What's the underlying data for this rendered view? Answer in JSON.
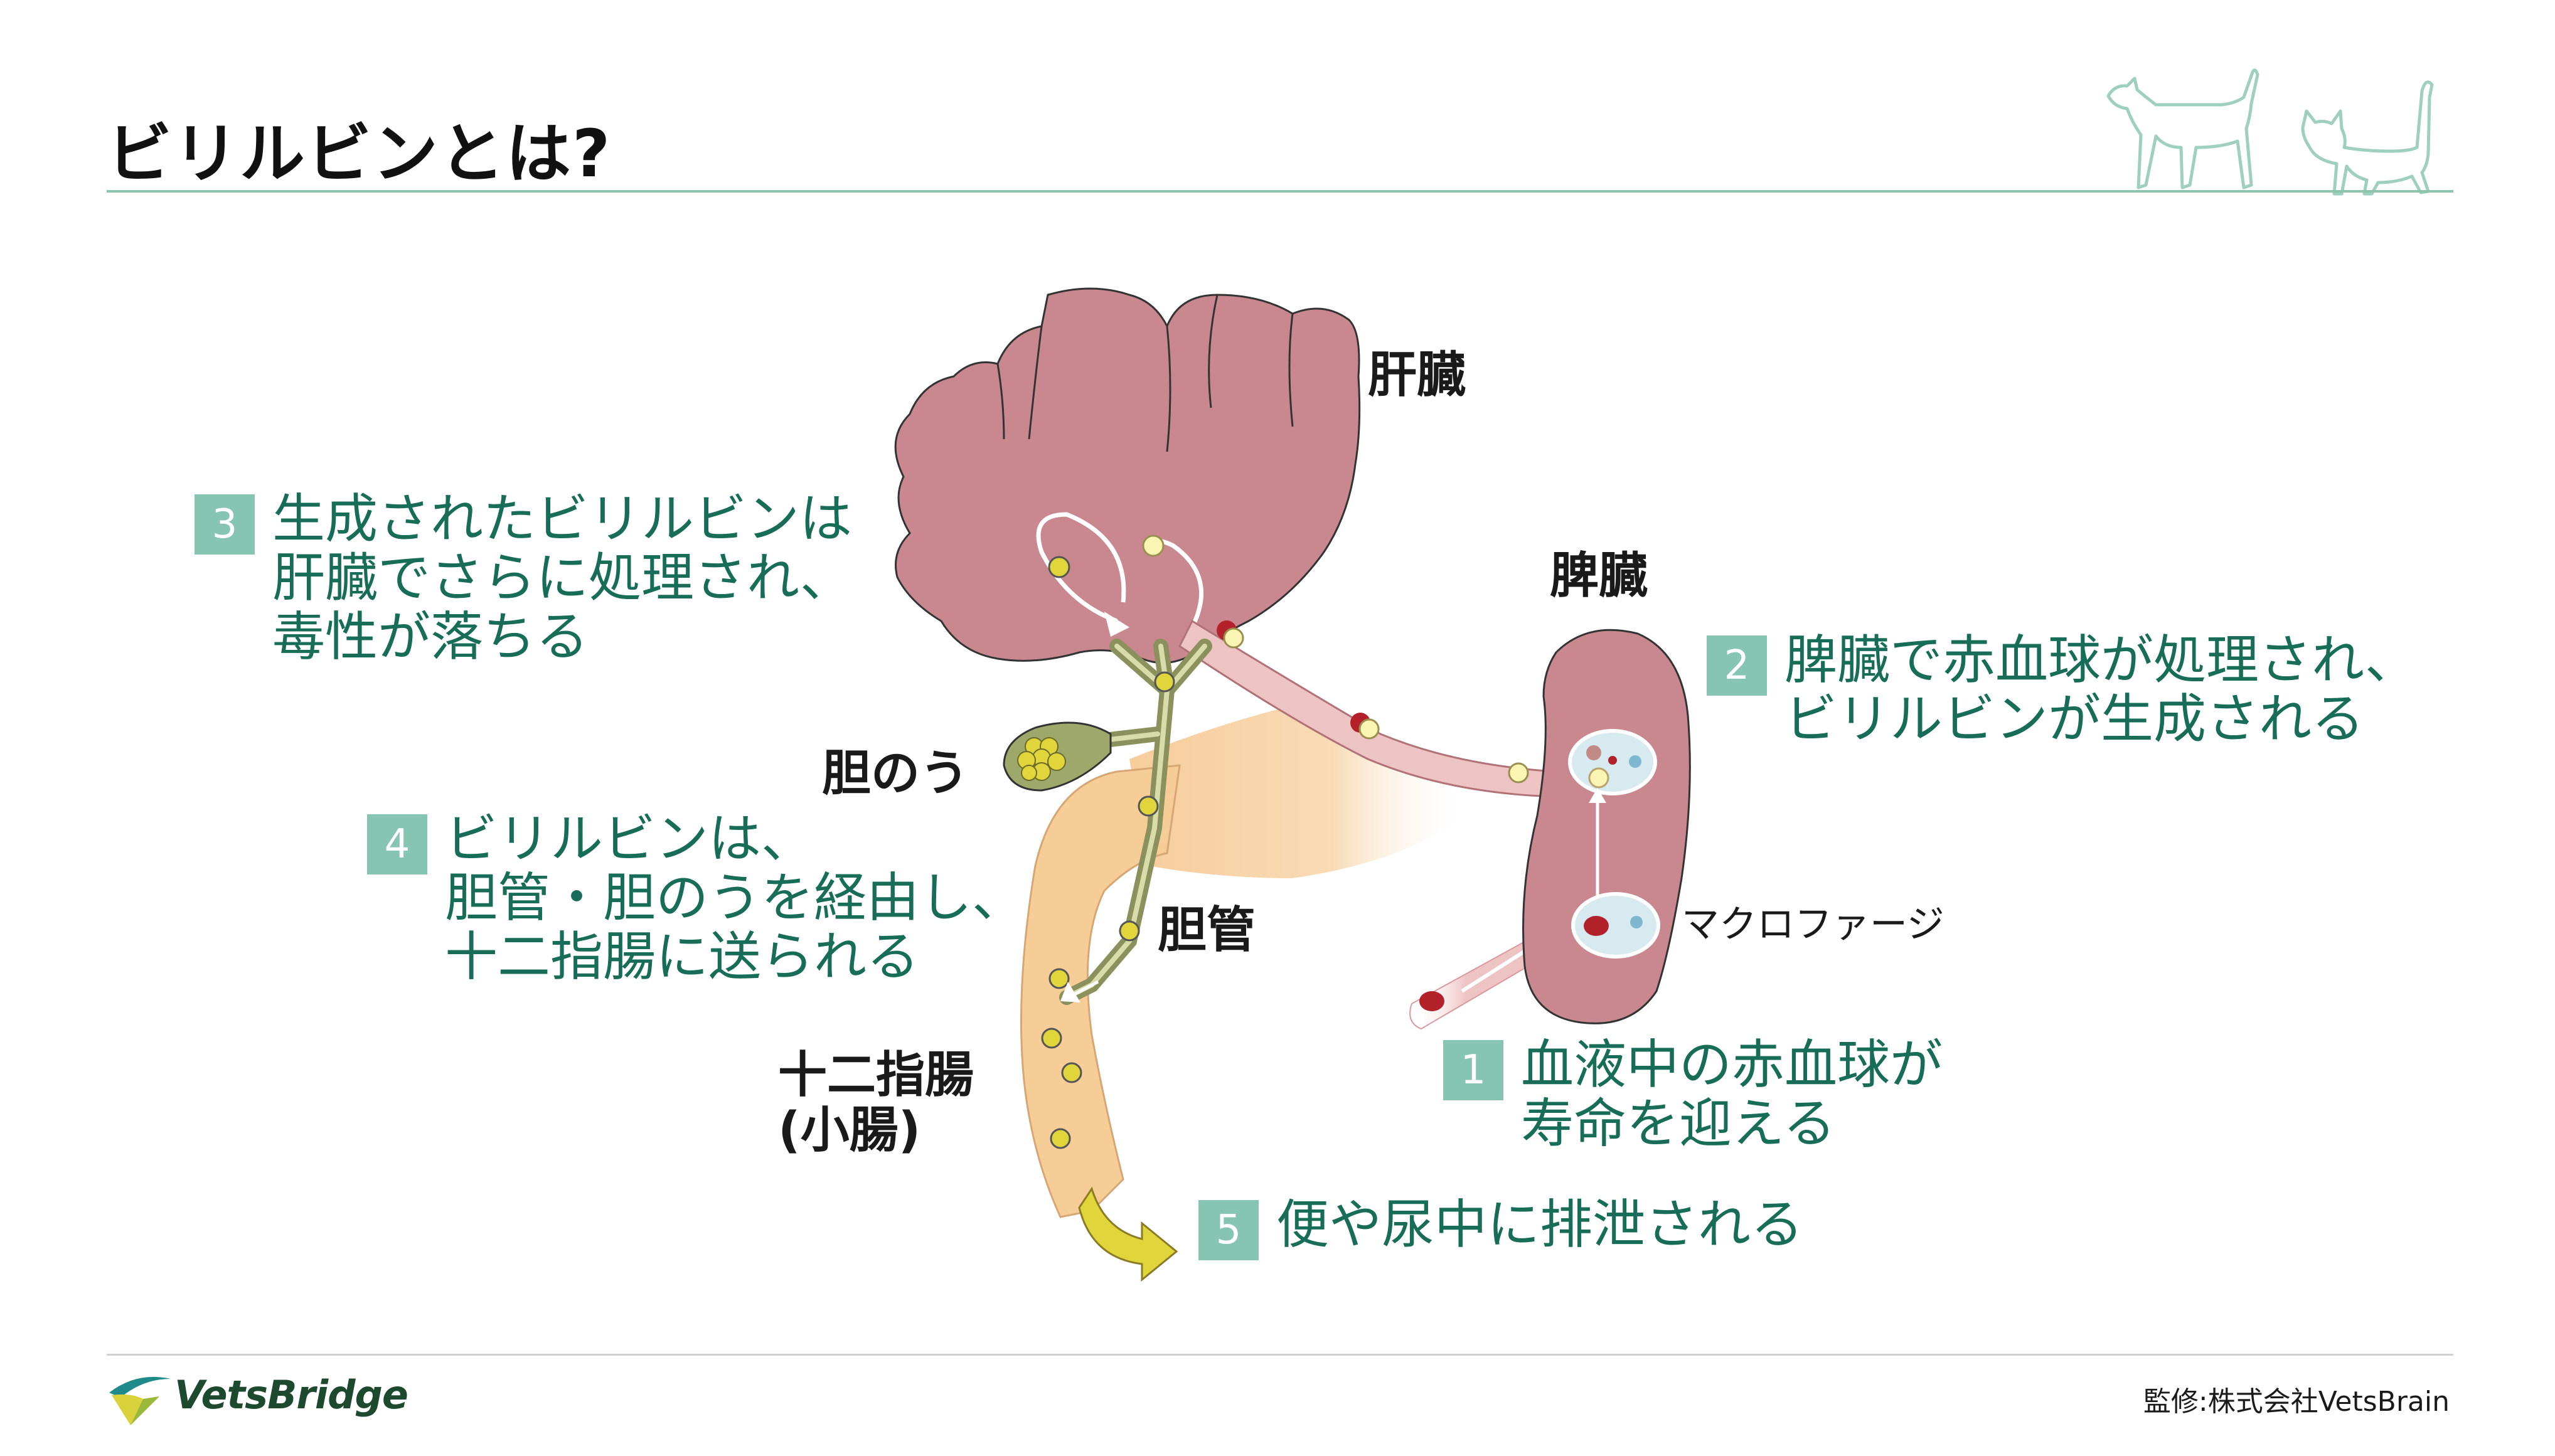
{
  "title": "ビリルビンとは?",
  "organs": {
    "liver": "肝臓",
    "spleen": "脾臓",
    "gallbladder": "胆のう",
    "bile_duct": "胆管",
    "duodenum_line1": "十二指腸",
    "duodenum_line2": "(小腸)"
  },
  "macrophage_label": "マクロファージ",
  "steps": [
    {
      "num": "1",
      "text": "血液中の赤血球が\n寿命を迎える"
    },
    {
      "num": "2",
      "text": "脾臓で赤血球が処理され、\nビリルビンが生成される"
    },
    {
      "num": "3",
      "text": "生成されたビリルビンは\n肝臓でさらに処理され、\n毒性が落ちる"
    },
    {
      "num": "4",
      "text": "ビリルビンは、\n胆管・胆のうを経由し、\n十二指腸に送られる"
    },
    {
      "num": "5",
      "text": "便や尿中に排泄される"
    }
  ],
  "logo_text": "VetsBridge",
  "supervision": "監修:株式会社VetsBrain",
  "colors": {
    "accent": "#86c5b2",
    "step_text": "#176d58",
    "liver": "#c9888f",
    "vessel": "#eec3c4",
    "duodenum": "#f7cd97",
    "gallbladder": "#9ea86a",
    "bilirubin": "#e0d53a",
    "red_cell": "#b3222b"
  }
}
